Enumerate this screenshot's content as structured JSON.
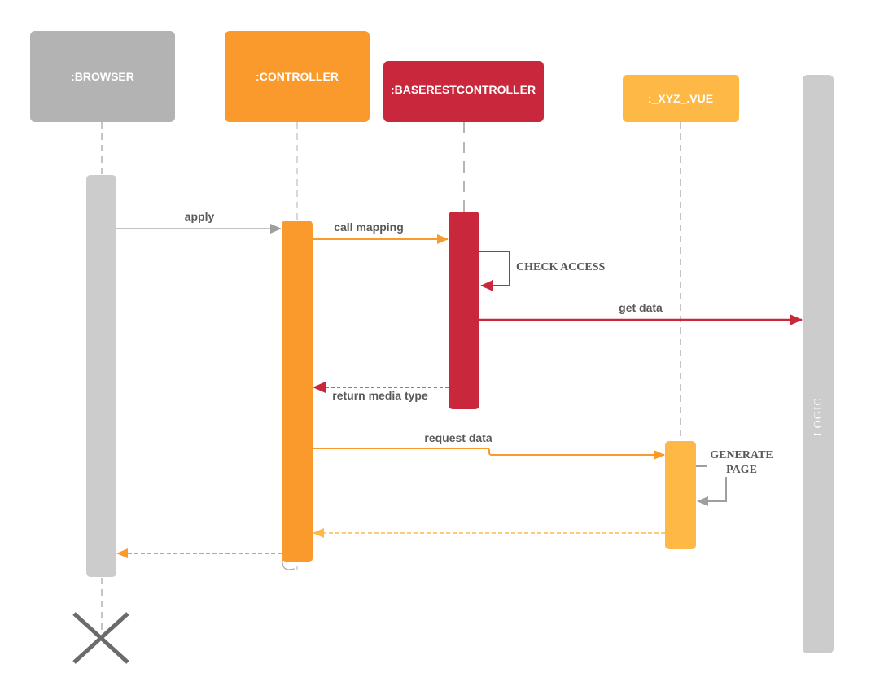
{
  "participants": {
    "browser": {
      "label": ":BROWSER",
      "color": "#b3b3b3"
    },
    "controller": {
      "label": ":CONTROLLER",
      "color": "#fa9a2c"
    },
    "baserestcontroller": {
      "label": ":BASERESTCONTROLLER",
      "color": "#c9283c"
    },
    "xyz_vue": {
      "label": ":_XYZ_.VUE",
      "color": "#fdb846"
    },
    "logic": {
      "label": "LOGIC",
      "color": "#cccccc"
    }
  },
  "messages": {
    "apply": "apply",
    "call_mapping": "call mapping",
    "check_access": "CHECK ACCESS",
    "get_data": "get data",
    "return_media_type": "return media type",
    "request_data": "request data",
    "generate_page_line1": "GENERATE",
    "generate_page_line2": "PAGE"
  },
  "colors": {
    "browser_activation": "#cccccc",
    "lifeline": "#9e9e9e",
    "apply_arrow": "#9e9e9e",
    "call_mapping_arrow": "#fa9a2c",
    "baserest_arrow": "#c9283c",
    "vue_return_arrow": "#fdb846",
    "destroy": "#6b6b6b"
  }
}
